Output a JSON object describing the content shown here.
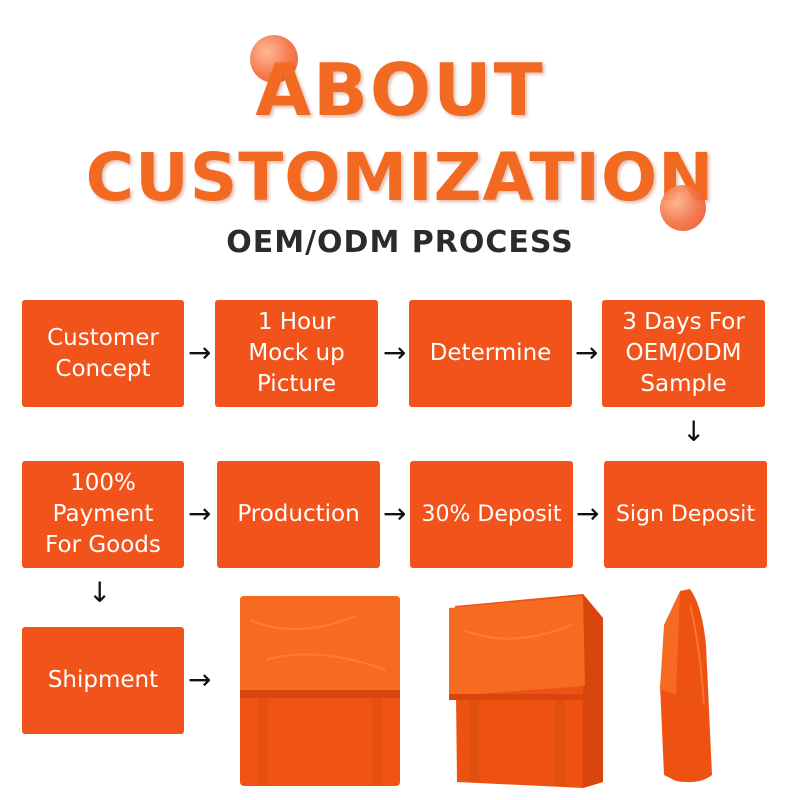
{
  "header": {
    "title_line1": "ABOUT",
    "title_line2": "CUSTOMIZATION",
    "subtitle": "OEM/ODM PROCESS"
  },
  "steps": [
    {
      "label": "Customer\nConcept"
    },
    {
      "label": "1 Hour\nMock up\nPicture"
    },
    {
      "label": "Determine"
    },
    {
      "label": "3 Days For\nOEM/ODM\nSample"
    },
    {
      "label": "Sign Deposit"
    },
    {
      "label": "30% Deposit"
    },
    {
      "label": "Production"
    },
    {
      "label": "100%\nPayment\nFor Goods"
    },
    {
      "label": "Shipment"
    }
  ],
  "arrows": {
    "right": "→",
    "down": "↓"
  },
  "colors": {
    "accent": "#f2531a",
    "title": "#f26a22",
    "bag": "#f45a18"
  }
}
